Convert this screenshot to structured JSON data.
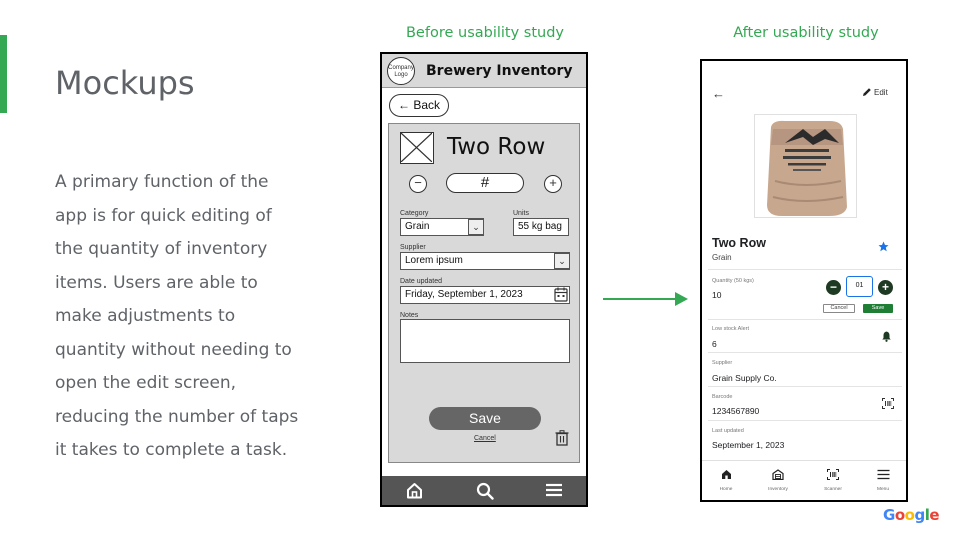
{
  "slide": {
    "title": "Mockups",
    "body": "A primary function of the app is for quick editing of the quantity of inventory items. Users are able to make adjustments to quantity without needing to open the edit screen, reducing the number of taps it takes to complete a task.",
    "before_label": "Before usability study",
    "after_label": "After usability study",
    "brand": {
      "g1": "G",
      "o1": "o",
      "o2": "o",
      "g2": "g",
      "l": "l",
      "e": "e"
    },
    "colors": {
      "accent": "#34a853",
      "text": "#5f6368"
    }
  },
  "before": {
    "logo_text": "Company Logo",
    "app_title": "Brewery Inventory",
    "back_label": "← Back",
    "item_title": "Two Row",
    "minus": "−",
    "plus": "+",
    "qty_placeholder": "#",
    "category_label": "Category",
    "category_value": "Grain",
    "units_label": "Units",
    "units_value": "55 kg bag",
    "supplier_label": "Supplier",
    "supplier_value": "Lorem ipsum",
    "date_label": "Date updated",
    "date_value": "Friday, September 1, 2023",
    "notes_label": "Notes",
    "save_label": "Save",
    "cancel_label": "Cancel",
    "dropdown_glyph": "⌄",
    "nav_icons": [
      "home-icon",
      "search-icon",
      "menu-icon"
    ]
  },
  "after": {
    "back_glyph": "←",
    "edit_label": "Edit",
    "item_name": "Two Row",
    "item_category": "Grain",
    "quantity_label": "Quantity (50 kgs)",
    "quantity_value": "10",
    "quantity_input": "01",
    "minus": "−",
    "plus": "+",
    "cancel_label": "Cancel",
    "save_label": "Save",
    "low_stock_label": "Low stock Alert",
    "low_stock_value": "6",
    "supplier_label": "Supplier",
    "supplier_value": "Grain Supply Co.",
    "barcode_label": "Barcode",
    "barcode_value": "1234567890",
    "last_updated_label": "Last updated",
    "last_updated_value": "September 1, 2023",
    "nav": [
      {
        "label": "Home",
        "icon": "home-icon"
      },
      {
        "label": "Inventory",
        "icon": "inventory-icon"
      },
      {
        "label": "Scanner",
        "icon": "barcode-icon"
      },
      {
        "label": "Menu",
        "icon": "menu-icon"
      }
    ],
    "colors": {
      "primary": "#1e3a22",
      "save": "#1e7e34",
      "star": "#1a73e8"
    }
  }
}
